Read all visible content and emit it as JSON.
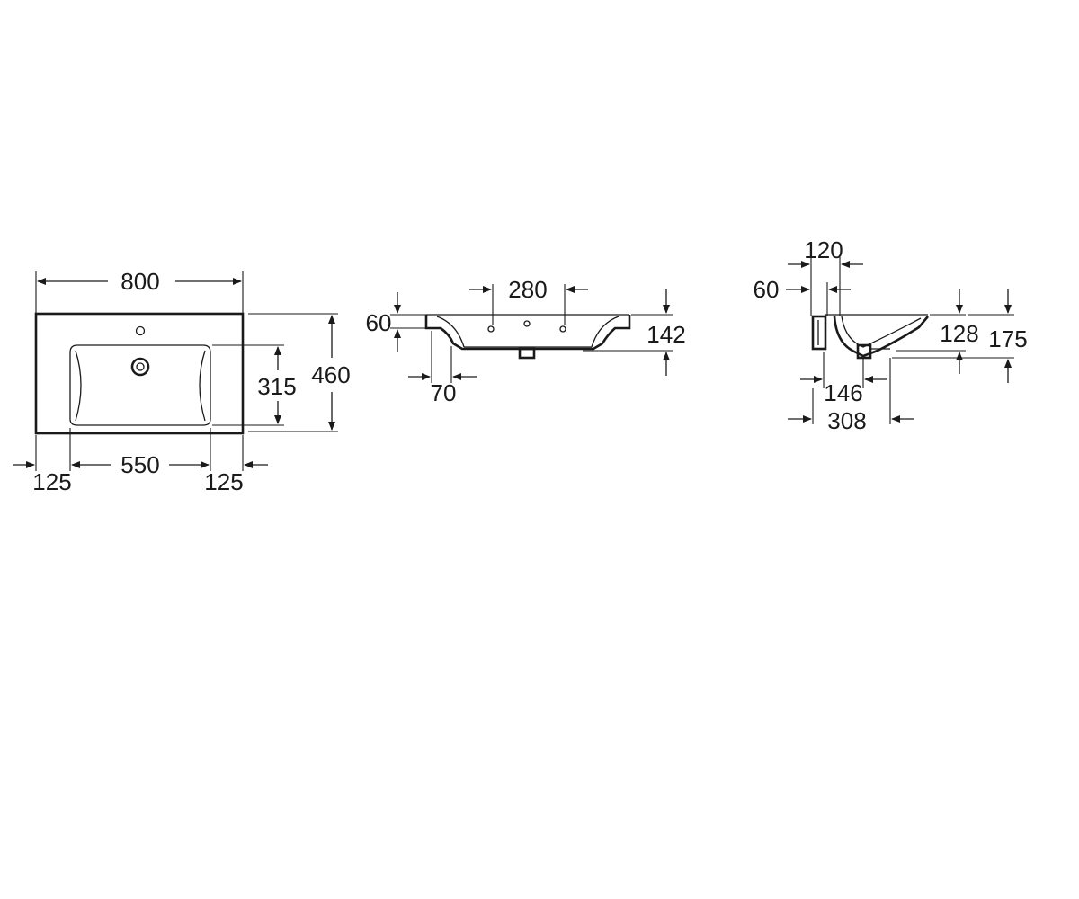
{
  "top_view": {
    "width": "800",
    "depth": "460",
    "bowl_depth": "315",
    "bowl_width": "550",
    "left_margin": "125",
    "right_margin": "125"
  },
  "front_view": {
    "tap_hole_spacing": "280",
    "rim_height": "60",
    "total_height": "142",
    "side_offset": "70"
  },
  "side_view": {
    "top_offset": "120",
    "rim_height": "60",
    "bowl_height": "128",
    "total_height": "175",
    "waste_offset": "146",
    "waste_depth": "308"
  }
}
